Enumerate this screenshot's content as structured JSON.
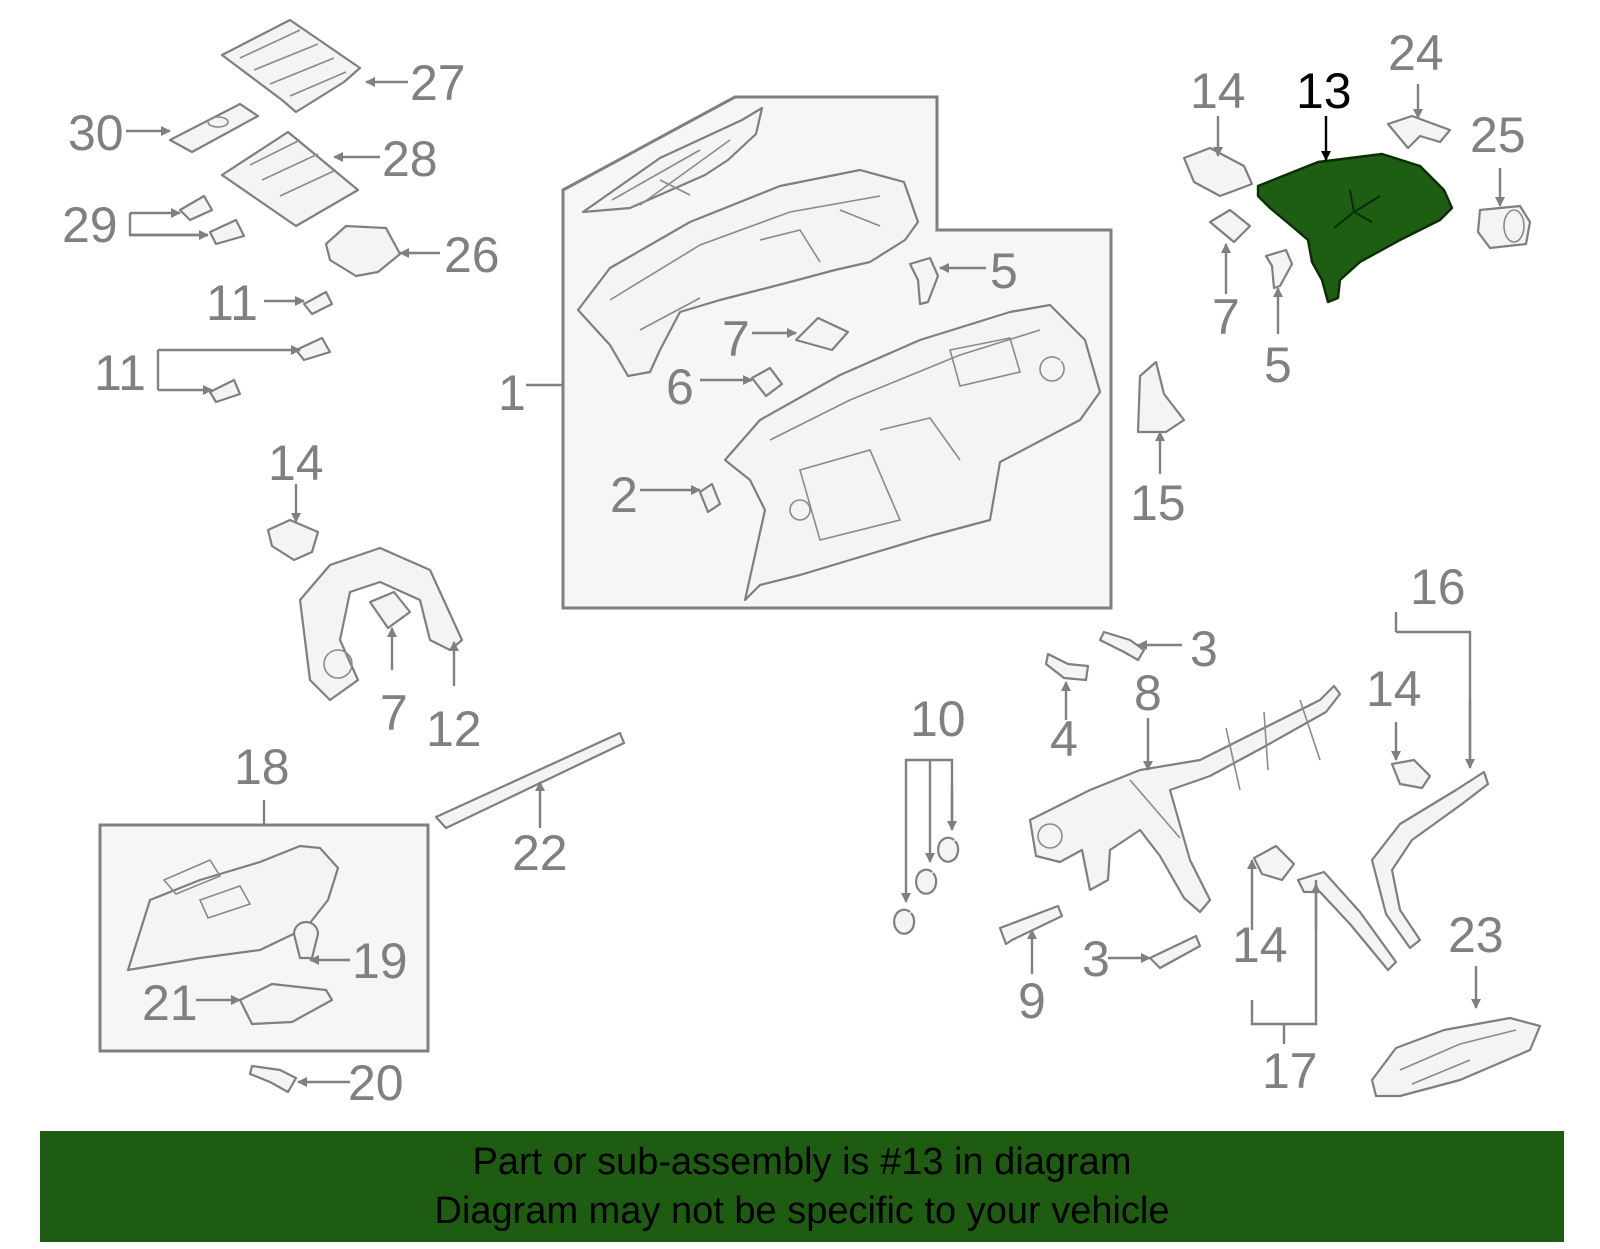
{
  "diagram": {
    "highlight_color": "#1e5e12",
    "line_color": "#808080",
    "highlighted_part": "13",
    "callouts": [
      {
        "id": "c27",
        "label": "27"
      },
      {
        "id": "c30",
        "label": "30"
      },
      {
        "id": "c28",
        "label": "28"
      },
      {
        "id": "c29",
        "label": "29"
      },
      {
        "id": "c26",
        "label": "26"
      },
      {
        "id": "c11a",
        "label": "11"
      },
      {
        "id": "c11b",
        "label": "11"
      },
      {
        "id": "c1",
        "label": "1"
      },
      {
        "id": "c5a",
        "label": "5"
      },
      {
        "id": "c7a",
        "label": "7"
      },
      {
        "id": "c6",
        "label": "6"
      },
      {
        "id": "c2",
        "label": "2"
      },
      {
        "id": "c14a",
        "label": "14"
      },
      {
        "id": "c13",
        "label": "13"
      },
      {
        "id": "c24",
        "label": "24"
      },
      {
        "id": "c25",
        "label": "25"
      },
      {
        "id": "c7b",
        "label": "7"
      },
      {
        "id": "c5b",
        "label": "5"
      },
      {
        "id": "c15",
        "label": "15"
      },
      {
        "id": "c14b",
        "label": "14"
      },
      {
        "id": "c7c",
        "label": "7"
      },
      {
        "id": "c12",
        "label": "12"
      },
      {
        "id": "c16",
        "label": "16"
      },
      {
        "id": "c3a",
        "label": "3"
      },
      {
        "id": "c4",
        "label": "4"
      },
      {
        "id": "c8",
        "label": "8"
      },
      {
        "id": "c10",
        "label": "10"
      },
      {
        "id": "c14c",
        "label": "14"
      },
      {
        "id": "c18",
        "label": "18"
      },
      {
        "id": "c22",
        "label": "22"
      },
      {
        "id": "c19",
        "label": "19"
      },
      {
        "id": "c21",
        "label": "21"
      },
      {
        "id": "c20",
        "label": "20"
      },
      {
        "id": "c9",
        "label": "9"
      },
      {
        "id": "c3b",
        "label": "3"
      },
      {
        "id": "c14d",
        "label": "14"
      },
      {
        "id": "c23",
        "label": "23"
      },
      {
        "id": "c17",
        "label": "17"
      }
    ]
  },
  "banner": {
    "line1": "Part or sub-assembly is #13 in diagram",
    "line2": "Diagram may not be specific to your vehicle",
    "background": "#1e5c12"
  }
}
